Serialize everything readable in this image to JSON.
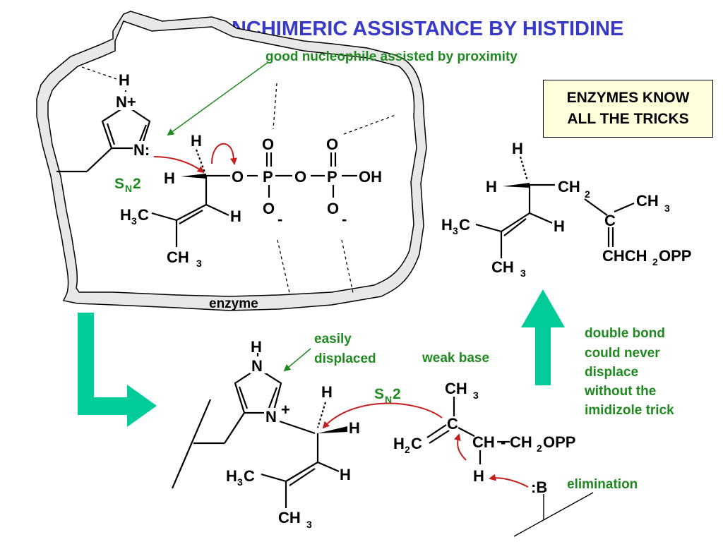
{
  "title": "ANCHIMERIC ASSISTANCE BY HISTIDINE",
  "callout": {
    "line1": "ENZYMES KNOW",
    "line2": "ALL THE TRICKS"
  },
  "labels": {
    "good_nucleophile": "good nucleophile assisted by proximity",
    "enzyme": "enzyme",
    "easily": "easily",
    "displaced": "displaced",
    "weak_base": "weak base",
    "sn2_S": "S",
    "sn2_N": "N",
    "sn2_2": "2",
    "double_bond_lines": [
      "double bond",
      "could never",
      "displace",
      "without the",
      "imidizole trick"
    ],
    "elimination": "elimination"
  },
  "atoms": {
    "H": "H",
    "N": "N",
    "Nplus": "N+",
    "Ncolon": "N:",
    "plus": "+",
    "O": "O",
    "P": "P",
    "OH": "OH",
    "Ominus_O": "O",
    "minus": "-",
    "C": "C",
    "CH": "CH",
    "CH2": "CH",
    "CH3": "CH",
    "H3C": "H",
    "H2C": "H",
    "sub2": "2",
    "sub3": "3",
    "OPP": "OPP",
    "CHCH": "CHCH",
    "B": ":B",
    "dash": "-"
  },
  "colors": {
    "title": "#3a3ac8",
    "green_text": "#1f8a1f",
    "arrow_teal": "#00cc99",
    "enzyme_fill": "#e8e8e8",
    "red_arrow": "#c41e1e",
    "callout_bg": "#ffffdc"
  }
}
